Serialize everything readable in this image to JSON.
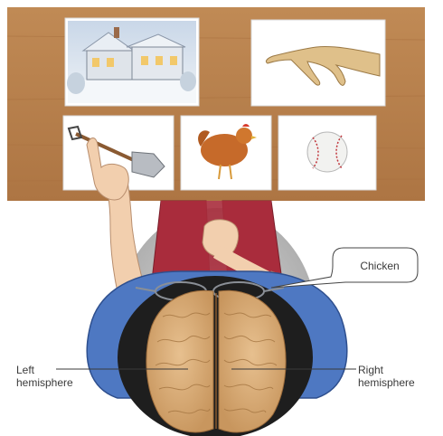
{
  "speech_bubble": {
    "text": "Chicken"
  },
  "labels": {
    "left_line1": "Left",
    "left_line2": "hemisphere",
    "right_line1": "Right",
    "right_line2": "hemisphere"
  },
  "cards": [
    "house-in-snow",
    "chicken-claw",
    "shovel",
    "chicken",
    "baseball"
  ],
  "colors": {
    "table": "#b9804e",
    "shirt": "#4e78c2",
    "pants": "#a92c3c",
    "brain": "#d8ad7a",
    "hair": "#1e1e1e",
    "skin": "#f2cfae"
  }
}
